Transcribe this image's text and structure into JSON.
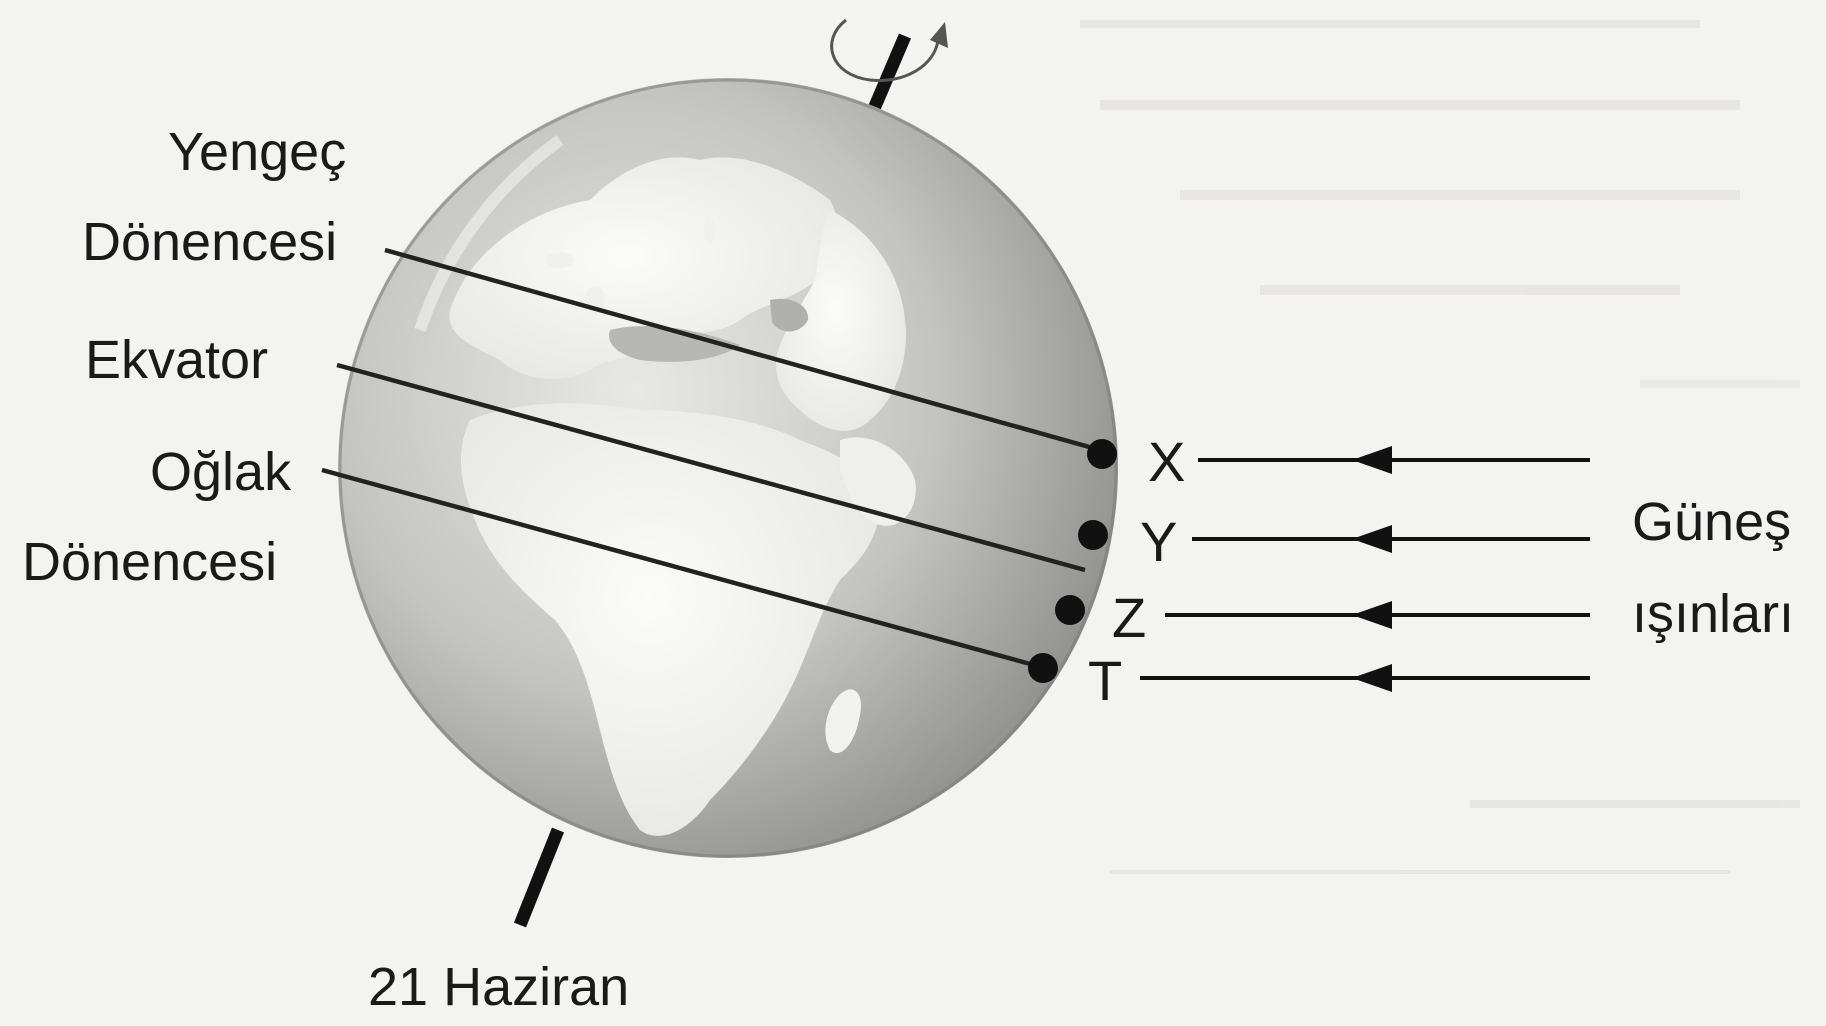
{
  "date_label": "21 Haziran",
  "labels": {
    "tropic_cancer_line1": "Yengeç",
    "tropic_cancer_line2": "Dönencesi",
    "equator": "Ekvator",
    "tropic_capricorn_line1": "Oğlak",
    "tropic_capricorn_line2": "Dönencesi"
  },
  "points": [
    {
      "id": "X"
    },
    {
      "id": "Y"
    },
    {
      "id": "Z"
    },
    {
      "id": "T"
    }
  ],
  "sun_rays_label_line1": "Güneş",
  "sun_rays_label_line2": "ışınları",
  "colors": {
    "ink": "#1a1a1a",
    "globe_light": "#f4f4f2",
    "globe_dark": "#9a9a98",
    "paper": "#f3f3f1"
  }
}
